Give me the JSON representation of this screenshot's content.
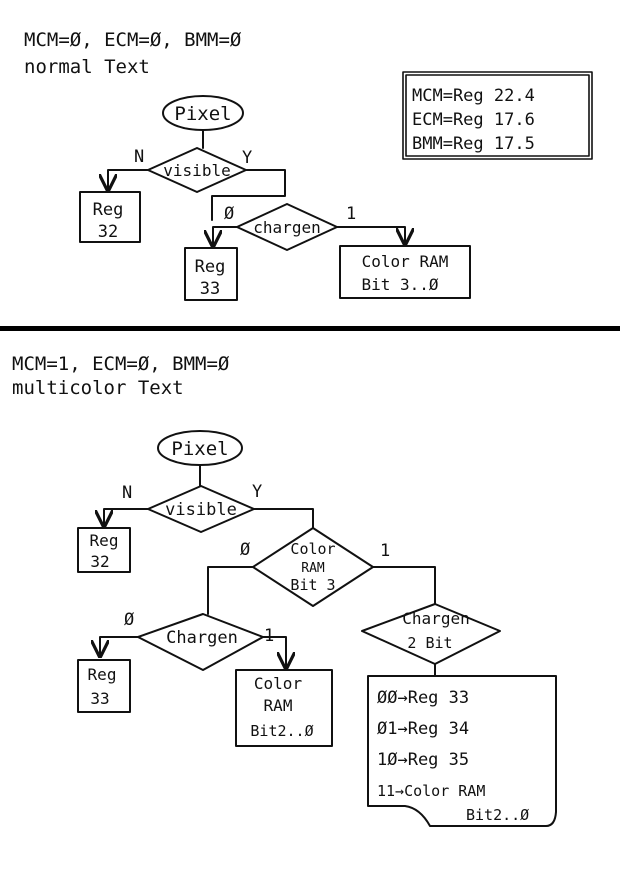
{
  "top": {
    "header_line1": "MCM=Ø, ECM=Ø, BMM=Ø",
    "header_line2": "normal Text",
    "register_note": [
      "MCM=Reg 22.4",
      "ECM=Reg 17.6",
      "BMM=Reg 17.5"
    ],
    "start": "Pixel",
    "decision_visible": "visible",
    "label_n": "N",
    "label_y": "Y",
    "box_reg32": [
      "Reg",
      "32"
    ],
    "decision_chargen": "chargen",
    "label_0": "Ø",
    "label_1": "1",
    "box_reg33": [
      "Reg",
      "33"
    ],
    "box_colorram": [
      "Color RAM",
      "Bit 3..Ø"
    ]
  },
  "bottom": {
    "header_line1": "MCM=1, ECM=Ø, BMM=Ø",
    "header_line2": "multicolor Text",
    "start": "Pixel",
    "decision_visible": "visible",
    "label_n": "N",
    "label_y": "Y",
    "box_reg32": [
      "Reg",
      "32"
    ],
    "decision_colorram": [
      "Color",
      "RAM",
      "Bit 3"
    ],
    "label_0": "Ø",
    "label_1": "1",
    "decision_chargen": "Chargen",
    "label_0b": "Ø",
    "label_1b": "1",
    "box_reg33": [
      "Reg",
      "33"
    ],
    "box_colorram": [
      "Color",
      "RAM",
      "Bit2..Ø"
    ],
    "decision_chargen2": [
      "Chargen",
      "2 Bit"
    ],
    "mapping": [
      "ØØ→Reg 33",
      "Ø1→Reg 34",
      "1Ø→Reg 35",
      "11→Color RAM",
      "Bit2..Ø"
    ]
  }
}
